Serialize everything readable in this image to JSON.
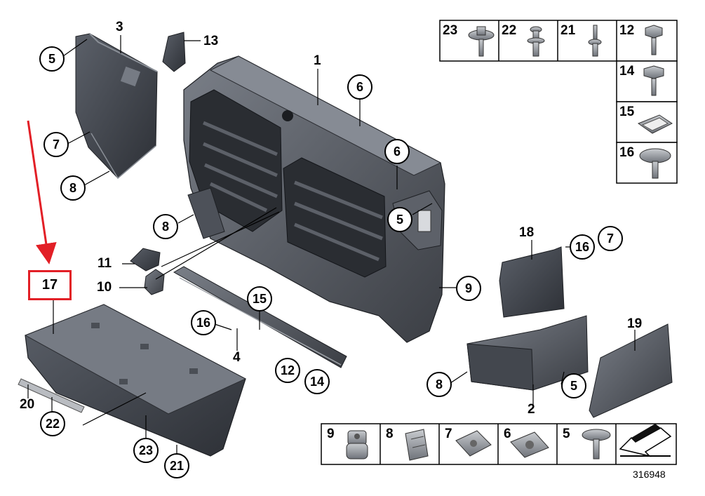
{
  "diagram": {
    "callouts_plain": [
      {
        "id": "3",
        "text": "3"
      },
      {
        "id": "13",
        "text": "13"
      },
      {
        "id": "1",
        "text": "1"
      },
      {
        "id": "11",
        "text": "11"
      },
      {
        "id": "10",
        "text": "10"
      },
      {
        "id": "4",
        "text": "4"
      },
      {
        "id": "18",
        "text": "18"
      },
      {
        "id": "19",
        "text": "19"
      },
      {
        "id": "2",
        "text": "2"
      },
      {
        "id": "20",
        "text": "20"
      }
    ],
    "callouts_circled": [
      {
        "id": "c5a",
        "text": "5"
      },
      {
        "id": "c7a",
        "text": "7"
      },
      {
        "id": "c8a",
        "text": "8"
      },
      {
        "id": "c6a",
        "text": "6"
      },
      {
        "id": "c6b",
        "text": "6"
      },
      {
        "id": "c5b",
        "text": "5"
      },
      {
        "id": "c8b",
        "text": "8"
      },
      {
        "id": "c16a",
        "text": "16"
      },
      {
        "id": "c7b",
        "text": "7"
      },
      {
        "id": "c9",
        "text": "9"
      },
      {
        "id": "c15",
        "text": "15"
      },
      {
        "id": "c16b",
        "text": "16"
      },
      {
        "id": "c12",
        "text": "12"
      },
      {
        "id": "c14",
        "text": "14"
      },
      {
        "id": "c8c",
        "text": "8"
      },
      {
        "id": "c5c",
        "text": "5"
      },
      {
        "id": "c22",
        "text": "22"
      },
      {
        "id": "c23",
        "text": "23"
      },
      {
        "id": "c21",
        "text": "21"
      }
    ],
    "highlighted": {
      "text": "17",
      "border_color": "#e21f26"
    },
    "arrow_color": "#e21f26",
    "top_table": {
      "row1": [
        "23",
        "22",
        "21",
        "12"
      ],
      "col_right": [
        "14",
        "15",
        "16"
      ]
    },
    "bottom_table": {
      "cells": [
        "9",
        "8",
        "7",
        "6",
        "5"
      ]
    },
    "reference_number": "316948",
    "colors": {
      "part_dark": "#3c3f45",
      "part_mid": "#5a5e66",
      "part_light": "#7d828b",
      "hardware": "#9a9ea4"
    }
  }
}
